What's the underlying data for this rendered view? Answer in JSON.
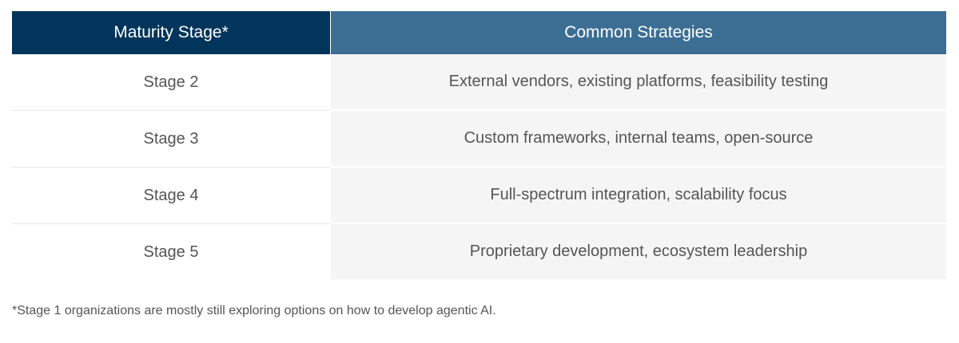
{
  "table": {
    "headers": [
      "Maturity Stage*",
      "Common Strategies"
    ],
    "rows": [
      {
        "stage": "Stage 2",
        "strategies": "External vendors, existing platforms, feasibility testing"
      },
      {
        "stage": "Stage 3",
        "strategies": "Custom frameworks, internal teams, open-source"
      },
      {
        "stage": "Stage 4",
        "strategies": "Full-spectrum integration, scalability focus"
      },
      {
        "stage": "Stage 5",
        "strategies": "Proprietary development, ecosystem leadership"
      }
    ]
  },
  "footnote": "*Stage 1 organizations are mostly still exploring options on how to develop agentic AI.",
  "colors": {
    "header_left": "#02355b",
    "header_right": "#3c6e94",
    "cell_shade": "#f5f5f5"
  }
}
